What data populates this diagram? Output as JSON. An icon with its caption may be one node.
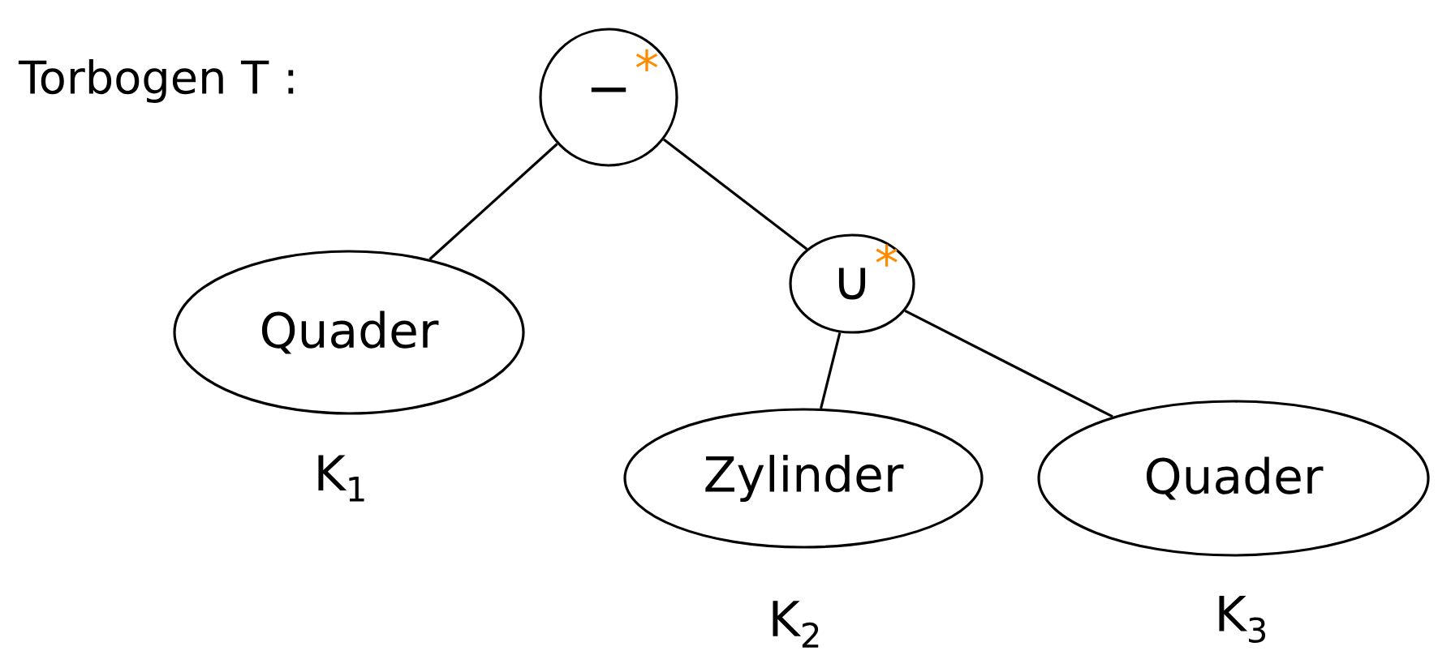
{
  "diagram": {
    "title": "Torbogen T :",
    "nodes": [
      {
        "text": [
          "−",
          "*"
        ]
      },
      {
        "text": [
          "Quader"
        ],
        "beside": [
          "K$_{1}$"
        ]
      },
      {
        "text": [
          "∪",
          "*"
        ]
      },
      {
        "text": [
          "Zylinder"
        ],
        "beside": [
          "K$_{2}$"
        ]
      },
      {
        "text": [
          "Quader"
        ],
        "beside": [
          "K$_{3}$"
        ]
      }
    ],
    "edges": [
      {
        "from": 0,
        "to": 1,
        "arrow": "none"
      },
      {
        "from": 0,
        "to": 2,
        "arrow": "none"
      },
      {
        "from": 2,
        "to": 3,
        "arrow": "none"
      },
      {
        "from": 2,
        "to": 4,
        "arrow": "none"
      }
    ]
  }
}
